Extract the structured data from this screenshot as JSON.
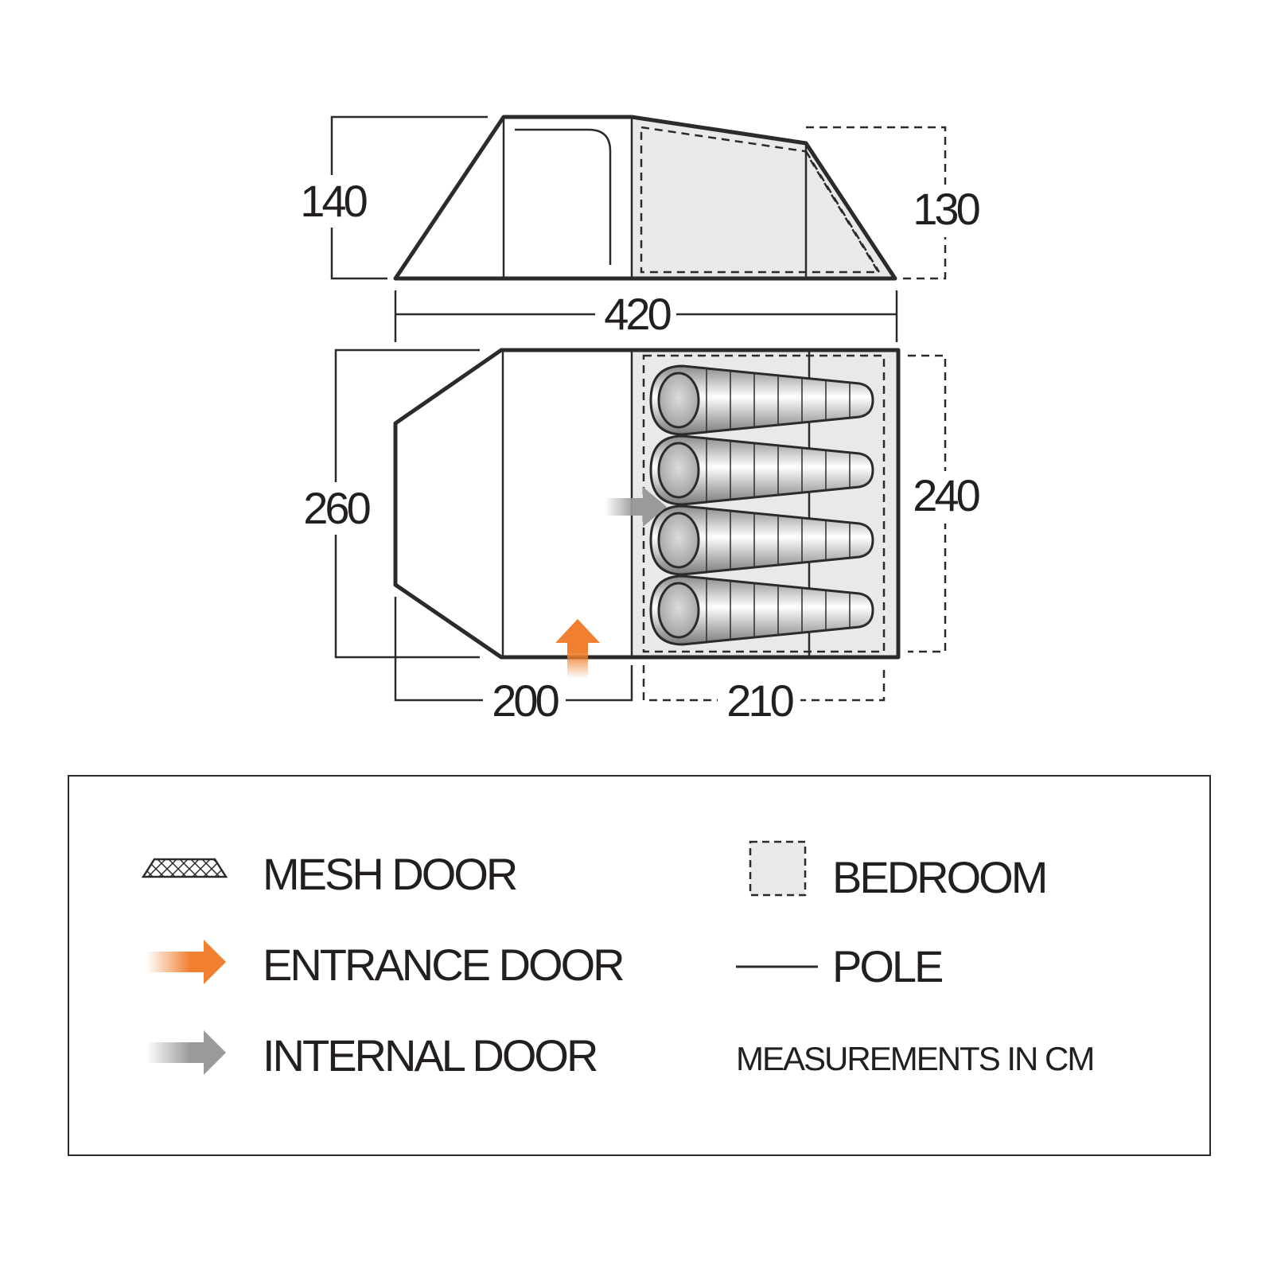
{
  "dimensions": {
    "height_front": "140",
    "height_rear": "130",
    "length_total": "420",
    "width_total": "260",
    "width_bedroom": "240",
    "length_porch": "200",
    "length_bedroom": "210"
  },
  "legend": {
    "mesh_door": "MESH DOOR",
    "entrance_door": "ENTRANCE DOOR",
    "internal_door": "INTERNAL DOOR",
    "bedroom": "BEDROOM",
    "pole": "POLE",
    "measurements_note": "MEASUREMENTS IN CM"
  },
  "sleeping_bags": 4,
  "colors": {
    "outline": "#2b2b2b",
    "bedroom_fill": "#ebe8e8",
    "entrance_arrow": "#f08030",
    "internal_arrow": "#9a9a9a"
  }
}
